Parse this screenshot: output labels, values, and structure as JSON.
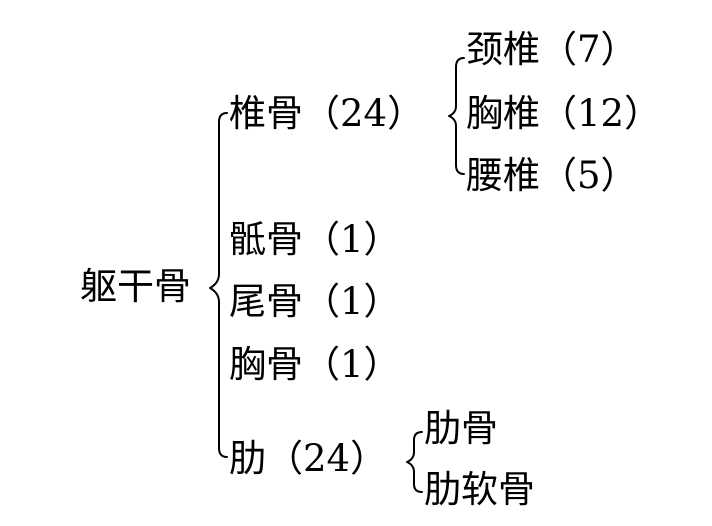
{
  "root": "躯干骨",
  "groups": {
    "vertebrae": {
      "label": "椎骨（24）",
      "children": [
        "颈椎（7）",
        "胸椎（12）",
        "腰椎（5）"
      ]
    },
    "sacrum": {
      "label": "骶骨（1）"
    },
    "coccyx": {
      "label": "尾骨（1）"
    },
    "sternum": {
      "label": "胸骨（1）"
    },
    "ribs": {
      "label": "肋（24）",
      "children": [
        "肋骨",
        "肋软骨"
      ]
    }
  }
}
